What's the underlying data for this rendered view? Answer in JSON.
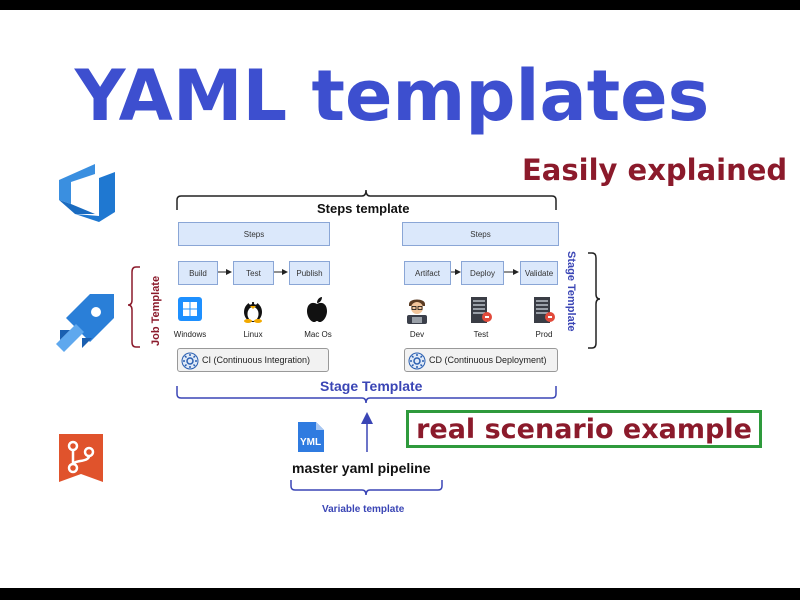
{
  "title": "YAML templates",
  "subtitle": "Easily explained",
  "diagram": {
    "steps_template": "Steps template",
    "stage_template_bottom": "Stage Template",
    "stage_template_side": "Stage Template",
    "job_template_side": "Job Template",
    "left_steps": "Steps",
    "right_steps": "Steps",
    "ci_steps": [
      "Build",
      "Test",
      "Publish"
    ],
    "cd_steps": [
      "Artifact",
      "Deploy",
      "Validate"
    ],
    "ci_platforms": [
      "Windows",
      "Linux",
      "Mac Os"
    ],
    "cd_environments": [
      "Dev",
      "Test",
      "Prod"
    ],
    "ci_label": "CI (Continuous Integration)",
    "cd_label": "CD (Continuous Deployment)",
    "yaml_icon_text": "YML",
    "master_pipeline": "master yaml pipeline",
    "variable_template": "Variable template"
  },
  "callout": "real scenario example",
  "colors": {
    "title": "#3d4fcf",
    "subtitle": "#8b1a2b",
    "azure_blue": "#1f78d1",
    "repo_orange": "#e0532c",
    "callout_border": "#2e9a3c",
    "stage_blue": "#3a45b5",
    "job_red": "#8b1a2b"
  },
  "icons": [
    "azure-devops-icon",
    "azure-pipelines-icon",
    "azure-repos-icon",
    "windows-icon",
    "linux-icon",
    "apple-icon",
    "developer-icon",
    "server-test-icon",
    "server-prod-icon",
    "gear-icon",
    "yaml-file-icon"
  ]
}
